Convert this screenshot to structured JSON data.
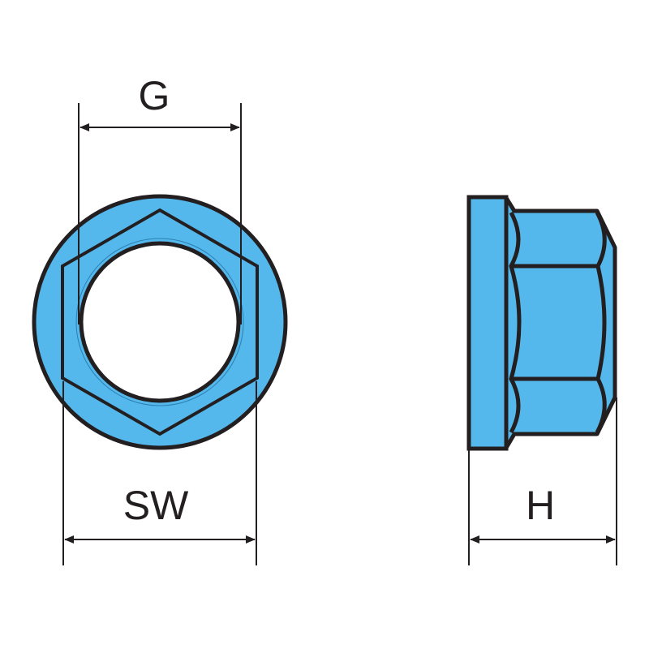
{
  "diagram": {
    "labels": {
      "thread_diameter": "G",
      "wrench_size": "SW",
      "height": "H"
    },
    "colors": {
      "fill": "#55b8ec",
      "stroke": "#231f20"
    }
  }
}
